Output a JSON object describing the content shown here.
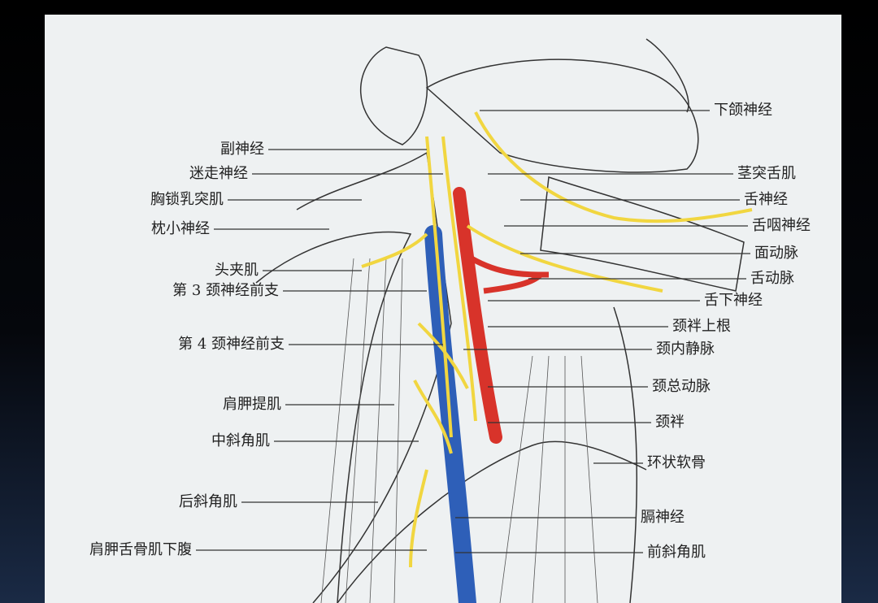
{
  "colors": {
    "vein": "#2e5fb8",
    "artery": "#d8332a",
    "nerve": "#f1d640",
    "ink": "#333333",
    "paper": "#eef1f2"
  },
  "labels_left": [
    {
      "text": "副神经"
    },
    {
      "text": "迷走神经"
    },
    {
      "text": "胸锁乳突肌"
    },
    {
      "text": "枕小神经"
    },
    {
      "text": "头夹肌"
    },
    {
      "text": "第 3 颈神经前支"
    },
    {
      "text": "第 4 颈神经前支"
    },
    {
      "text": "肩胛提肌"
    },
    {
      "text": "中斜角肌"
    },
    {
      "text": "后斜角肌"
    },
    {
      "text": "肩胛舌骨肌下腹"
    }
  ],
  "labels_right": [
    {
      "text": "下颌神经"
    },
    {
      "text": "茎突舌肌"
    },
    {
      "text": "舌神经"
    },
    {
      "text": "舌咽神经"
    },
    {
      "text": "面动脉"
    },
    {
      "text": "舌动脉"
    },
    {
      "text": "舌下神经"
    },
    {
      "text": "颈袢上根"
    },
    {
      "text": "颈内静脉"
    },
    {
      "text": "颈总动脉"
    },
    {
      "text": "颈袢"
    },
    {
      "text": "环状软骨"
    },
    {
      "text": "膈神经"
    },
    {
      "text": "前斜角肌"
    }
  ]
}
